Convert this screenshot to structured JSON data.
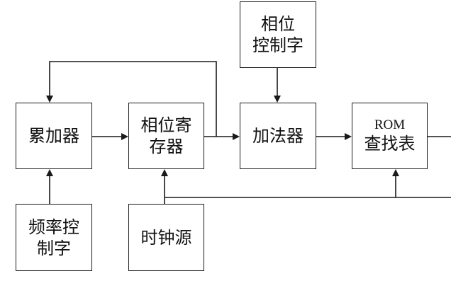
{
  "blocks": {
    "phase_word_top": {
      "line1": "相位",
      "line2": "控制字"
    },
    "accumulator": {
      "line1": "累加器"
    },
    "phase_register": {
      "line1": "相位寄",
      "line2": "存器"
    },
    "adder": {
      "line1": "加法器"
    },
    "rom_lut": {
      "line1": "ROM",
      "line2": "查找表"
    },
    "freq_word": {
      "line1": "频率控",
      "line2": "制字"
    },
    "clock": {
      "line1": "时钟源"
    }
  },
  "colors": {
    "stroke": "#1a1a1a",
    "background": "#ffffff",
    "text": "#111111"
  }
}
